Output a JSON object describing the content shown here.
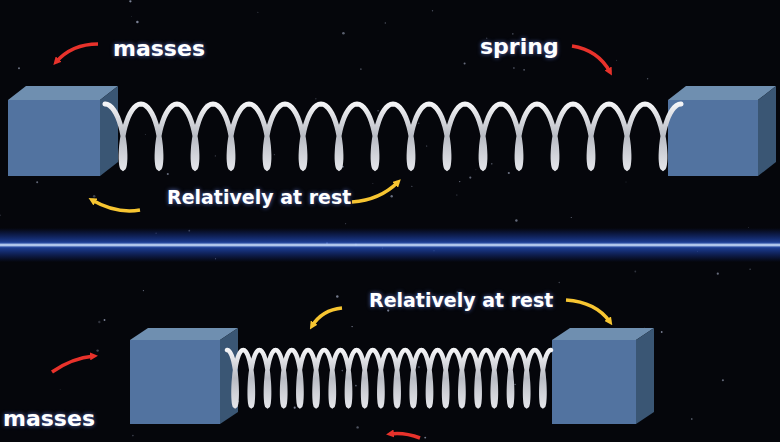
{
  "diagram": {
    "labels": [
      "masses",
      "spring",
      "Relatively at rest",
      "Relatively at rest",
      "masses"
    ]
  }
}
